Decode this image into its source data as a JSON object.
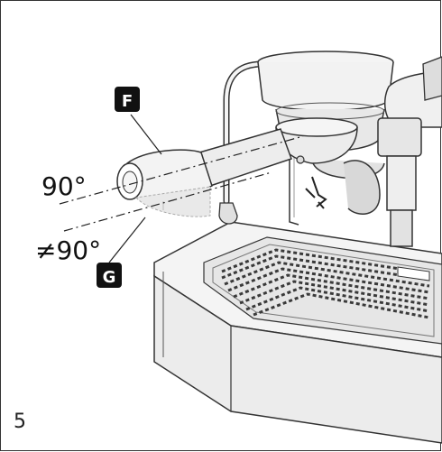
{
  "figure": {
    "step_number": "5",
    "angle_correct": "90°",
    "angle_incorrect": "≠90°",
    "callout_f": "F",
    "callout_g": "G"
  },
  "colors": {
    "line": "#333333",
    "fill_light": "#f2f2f2",
    "fill_mid": "#dcdcdc",
    "callout_bg": "#111111"
  }
}
